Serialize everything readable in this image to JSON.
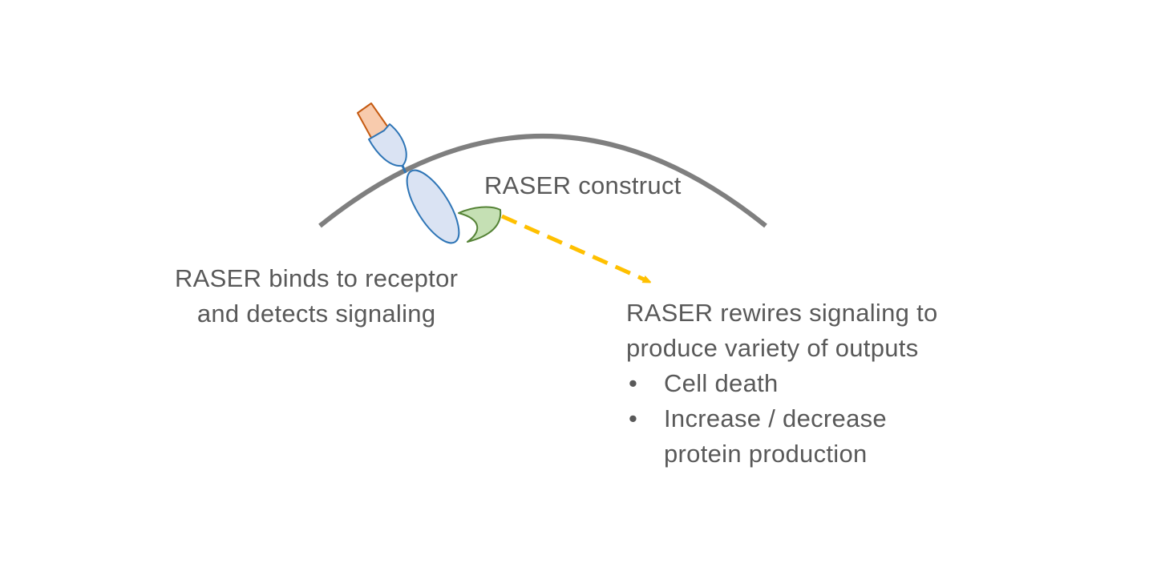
{
  "labels": {
    "construct": "RASER construct",
    "binds_line1": "RASER binds to receptor",
    "binds_line2": "and detects signaling",
    "rewires_line1": "RASER rewires signaling to",
    "rewires_line2": "produce variety of outputs"
  },
  "outputs": [
    {
      "bullet": "•",
      "lines": [
        "Cell death"
      ]
    },
    {
      "bullet": "•",
      "lines": [
        "Increase / decrease",
        "protein production"
      ]
    }
  ],
  "colors": {
    "membrane": "#7f7f7f",
    "ligand_fill": "#f8cbad",
    "ligand_stroke": "#c55a11",
    "receptor_fill": "#dae3f3",
    "receptor_stroke": "#2e75b6",
    "raser_fill": "#c5e0b4",
    "raser_stroke": "#548235",
    "arrow": "#ffc000",
    "text": "#595959"
  }
}
